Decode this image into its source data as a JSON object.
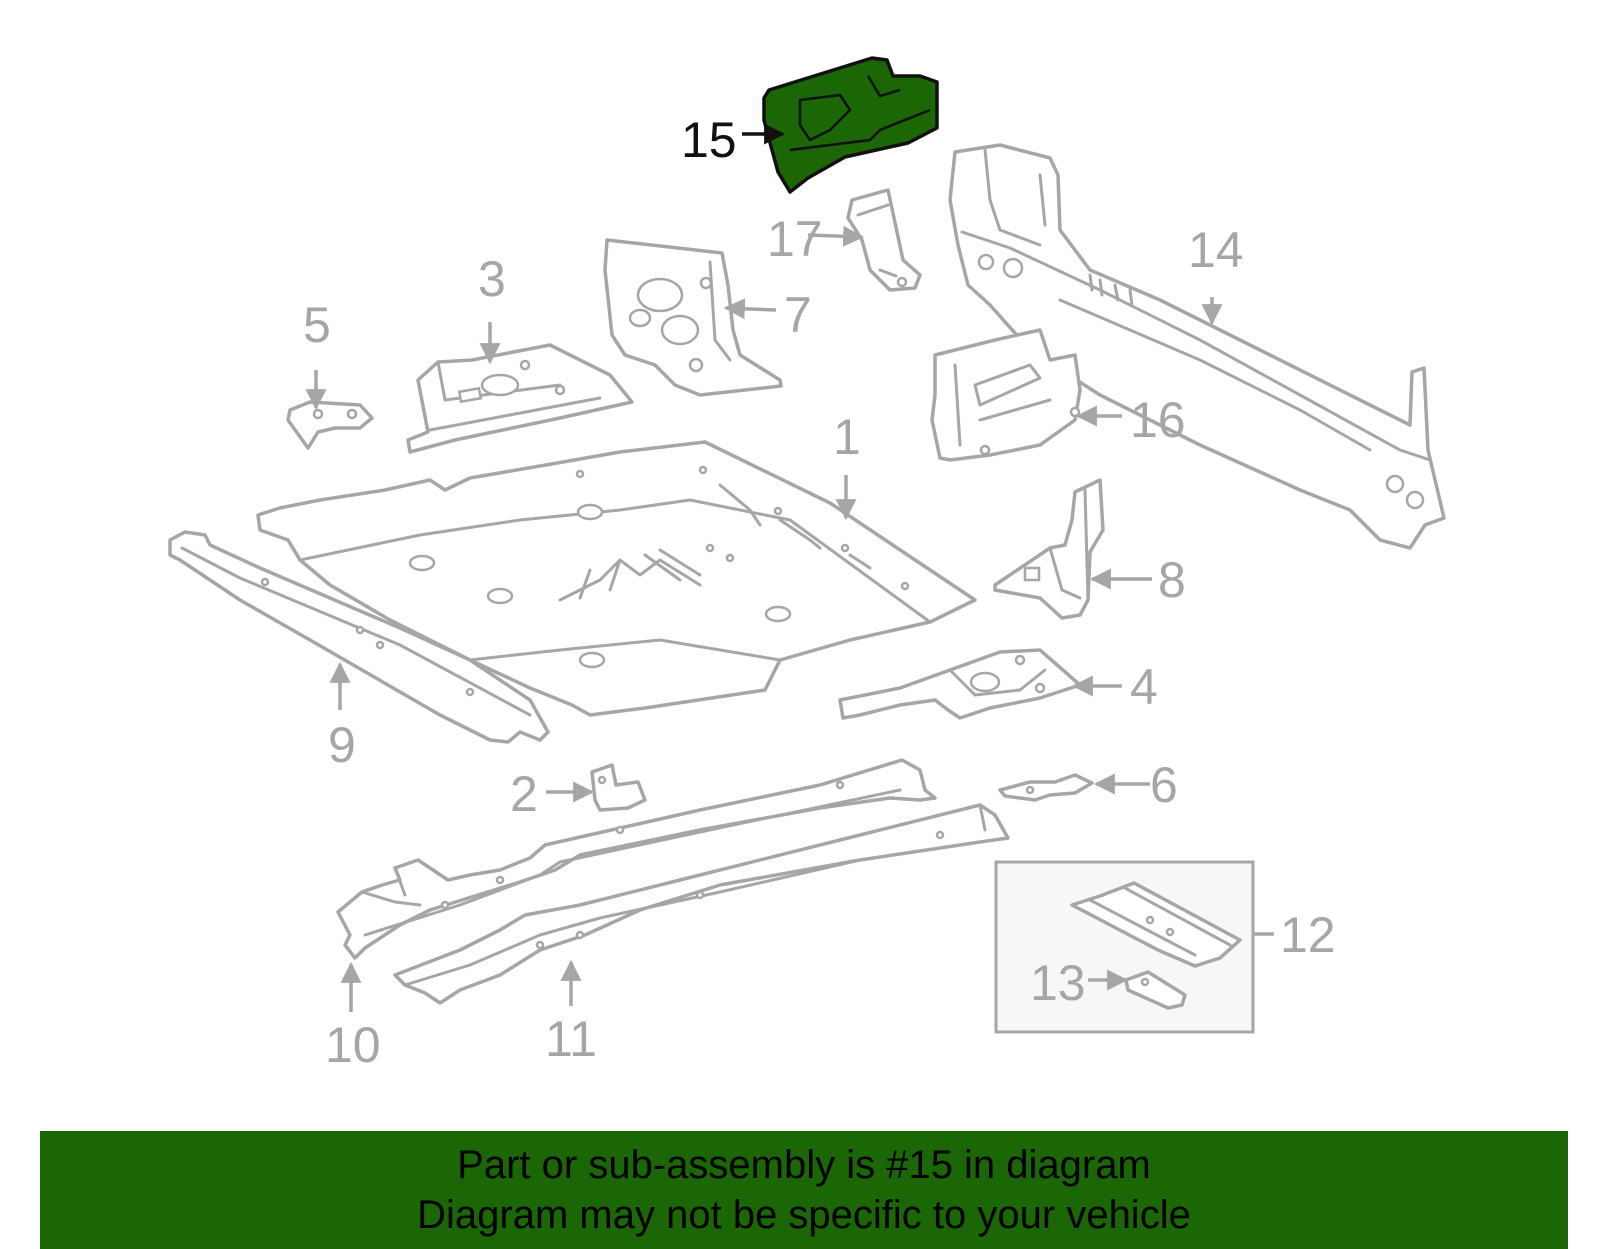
{
  "highlight_color": "#1b6605",
  "outline_color": "#a6a6a6",
  "callouts": {
    "c1": "1",
    "c2": "2",
    "c3": "3",
    "c4": "4",
    "c5": "5",
    "c6": "6",
    "c7": "7",
    "c8": "8",
    "c9": "9",
    "c10": "10",
    "c11": "11",
    "c12": "12",
    "c13": "13",
    "c14": "14",
    "c15": "15",
    "c16": "16",
    "c17": "17"
  },
  "highlighted_part": "15",
  "banner": {
    "line1": "Part or sub-assembly is #15 in diagram",
    "line2": "Diagram may not be specific to your vehicle"
  }
}
